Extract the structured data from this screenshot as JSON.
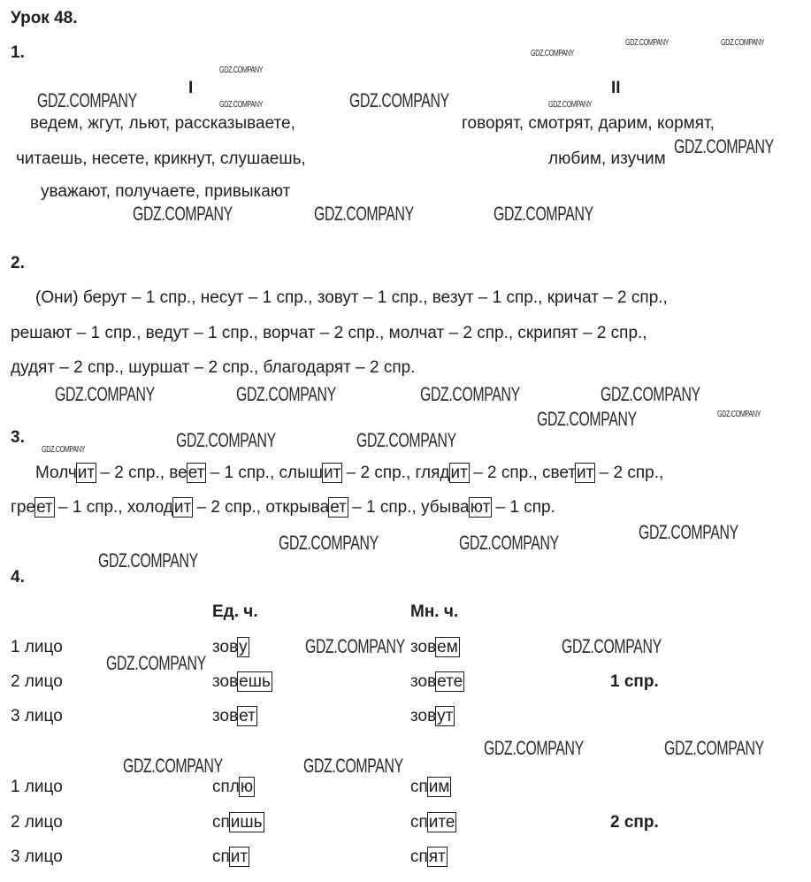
{
  "title": "Урок 48.",
  "ex1": {
    "number": "1.",
    "col1_heading": "I",
    "col2_heading": "II",
    "col1_lines": [
      "ведем, жгут, льют, рассказываете,",
      "читаешь, несете, крикнут, слушаешь,",
      "уважают, получаете, привыкают"
    ],
    "col2_lines": [
      "говорят, смотрят, дарим, кормят,",
      "любим, изучим"
    ]
  },
  "ex2": {
    "number": "2.",
    "lines": [
      "(Они) берут – 1 спр., несут – 1 спр., зовут – 1 спр., везут – 1 спр., кричат – 2 спр.,",
      "решают – 1 спр., ведут – 1 спр., ворчат – 2 спр., молчат – 2 спр., скрипят – 2 спр.,",
      "дудят – 2 спр., шуршат – 2 спр., благодарят – 2 спр."
    ]
  },
  "ex3": {
    "number": "3.",
    "items": [
      {
        "stem": "Молч",
        "ending": "ит",
        "rest": " – 2 спр., "
      },
      {
        "stem": "ве",
        "ending": "ет",
        "rest": " – 1 спр., "
      },
      {
        "stem": "слыш",
        "ending": "ит",
        "rest": " – 2 спр., "
      },
      {
        "stem": "гляд",
        "ending": "ит",
        "rest": " – 2 спр., "
      },
      {
        "stem": "свет",
        "ending": "ит",
        "rest": " – 2 спр.,"
      },
      {
        "stem": "гре",
        "ending": "ет",
        "rest": " – 1 спр., "
      },
      {
        "stem": "холод",
        "ending": "ит",
        "rest": " – 2 спр., "
      },
      {
        "stem": "открыва",
        "ending": "ет",
        "rest": " – 1 спр., "
      },
      {
        "stem": "убыва",
        "ending": "ют",
        "rest": " – 1 спр."
      }
    ]
  },
  "ex4": {
    "number": "4.",
    "head_singular": "Ед. ч.",
    "head_plural": "Мн. ч.",
    "tables": [
      {
        "conjugation": "1 спр.",
        "rows": [
          {
            "person": "1 лицо",
            "sg": [
              "зов",
              "у"
            ],
            "pl": [
              "зов",
              "ем"
            ]
          },
          {
            "person": "2 лицо",
            "sg": [
              "зов",
              "ешь"
            ],
            "pl": [
              "зов",
              "ете"
            ]
          },
          {
            "person": "3 лицо",
            "sg": [
              "зов",
              "ет"
            ],
            "pl": [
              "зов",
              "ут"
            ]
          }
        ]
      },
      {
        "conjugation": "2 спр.",
        "rows": [
          {
            "person": "1 лицо",
            "sg": [
              "спл",
              "ю"
            ],
            "pl": [
              "сп",
              "им"
            ]
          },
          {
            "person": "2 лицо",
            "sg": [
              "сп",
              "ишь"
            ],
            "pl": [
              "сп",
              "ите"
            ]
          },
          {
            "person": "3 лицо",
            "sg": [
              "сп",
              "ит"
            ],
            "pl": [
              "сп",
              "ят"
            ]
          }
        ]
      }
    ]
  },
  "watermark": "GDZ.COMPANY"
}
